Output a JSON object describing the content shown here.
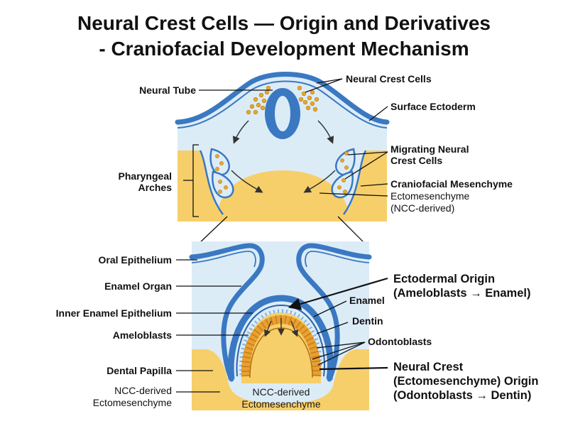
{
  "title": {
    "line1": "Neural Crest Cells — Origin and Derivatives",
    "line2": "- Craniofacial Development Mechanism"
  },
  "colors": {
    "epithelium_blue": "#3a78c2",
    "epithelium_light": "#dcecf7",
    "mesenchyme_yellow": "#f7cf6a",
    "mesenchyme_light": "#fbe2a0",
    "neural_crest_dot": "#e6a82e",
    "odontoblast_orange": "#e8a033",
    "leader_line": "#111111"
  },
  "top_diagram": {
    "labels": {
      "neural_tube": "Neural Tube",
      "neural_crest_cells": "Neural Crest Cells",
      "surface_ectoderm": "Surface Ectoderm",
      "migrating_line1": "Migrating Neural",
      "migrating_line2": "Crest Cells",
      "pharyngeal_line1": "Pharyngeal",
      "pharyngeal_line2": "Arches",
      "craniofacial_mesenchyme": "Craniofacial Mesenchyme",
      "ectomesenchyme": "Ectomesenchyme",
      "ncc_derived": "(NCC-derived)"
    }
  },
  "bottom_diagram": {
    "labels": {
      "oral_epithelium": "Oral Epithelium",
      "enamel_organ": "Enamel Organ",
      "inner_enamel_epithelium": "Inner Enamel Epithelium",
      "ameloblasts": "Ameloblasts",
      "dental_papilla": "Dental Papilla",
      "ncc_derived_left_line1": "NCC-derived",
      "ncc_derived_left_line2": "Ectomesenchyme",
      "ncc_derived_center_line1": "NCC-derived",
      "ncc_derived_center_line2": "Ectomesenchyme",
      "enamel": "Enamel",
      "dentin": "Dentin",
      "odontoblasts": "Odontoblasts",
      "ectodermal_origin_line1": "Ectodermal Origin",
      "ectodermal_origin_line2": "(Ameloblasts → Enamel)",
      "neural_crest_origin_line1": "Neural Crest",
      "neural_crest_origin_line2": "(Ectomesenchyme) Origin",
      "neural_crest_origin_line3": "(Odontoblasts → Dentin)"
    }
  }
}
